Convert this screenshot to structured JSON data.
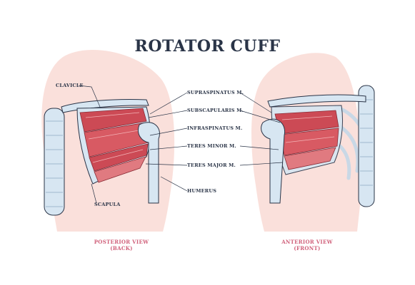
{
  "title": "ROTATOR CUFF",
  "labels": {
    "clavicle": "CLAVICLE",
    "scapula": "SCAPULA",
    "supraspinatus": "SUPRASPINATUS M.",
    "subscapularis": "SUBSCAPULARIS M.",
    "infraspinatus": "INFRASPINATUS M.",
    "teres_minor": "TERES MINOR M.",
    "teres_major": "TERES MAJOR M.",
    "humerus": "HUMERUS"
  },
  "views": {
    "posterior_line1": "POSTERIOR VIEW",
    "posterior_line2": "(BACK)",
    "anterior_line1": "ANTERIOR VIEW",
    "anterior_line2": "(FRONT)"
  },
  "colors": {
    "skin": "#f8d6cf",
    "bone": "#d7e6f2",
    "bone_outline": "#2a3447",
    "muscle": "#cc4a55",
    "muscle_light": "#e07a80",
    "accent_pink": "#d0607a"
  }
}
